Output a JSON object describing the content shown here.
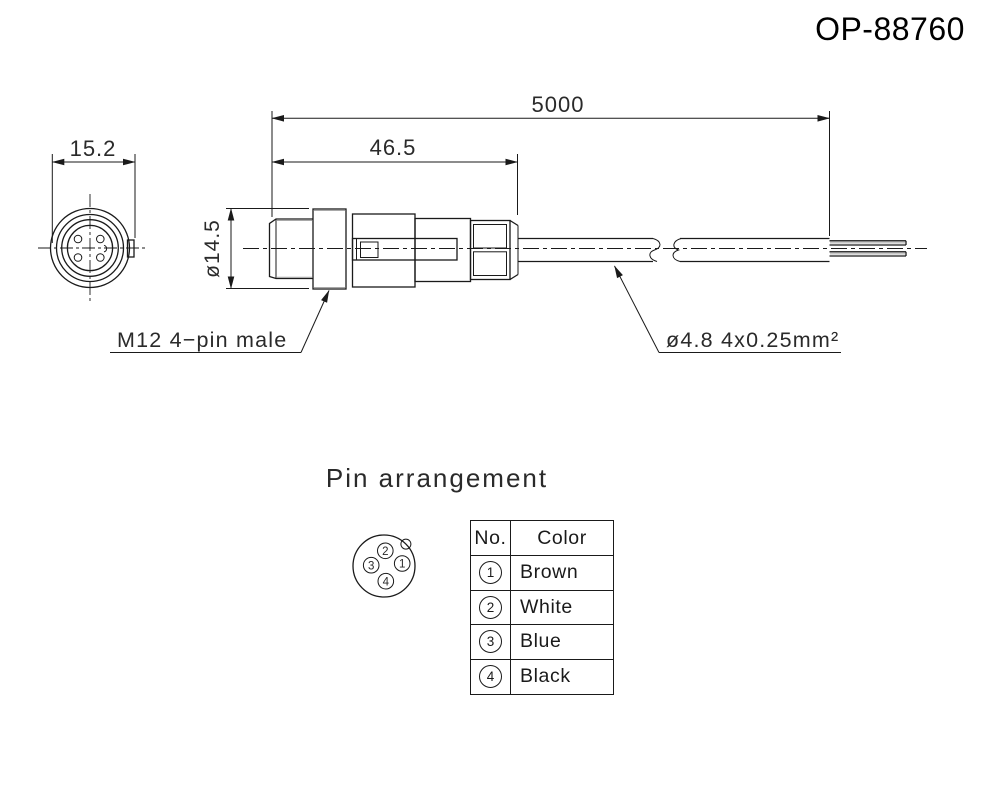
{
  "title": "OP-88760",
  "drawing": {
    "dim_cable_length": "5000",
    "dim_connector_length": "46.5",
    "dim_front_width": "15.2",
    "dim_thread_diameter": "ø14.5",
    "connector_label": "M12 4−pin male",
    "cable_label": "ø4.8 4x0.25mm²"
  },
  "pin_arrangement": {
    "title": "Pin arrangement"
  },
  "pin_table": {
    "headers": [
      "No.",
      "Color"
    ],
    "rows": [
      {
        "no": "1",
        "color": "Brown"
      },
      {
        "no": "2",
        "color": "White"
      },
      {
        "no": "3",
        "color": "Blue"
      },
      {
        "no": "4",
        "color": "Black"
      }
    ]
  },
  "colors": {
    "line": "#1a1a1a",
    "background": "#ffffff"
  }
}
